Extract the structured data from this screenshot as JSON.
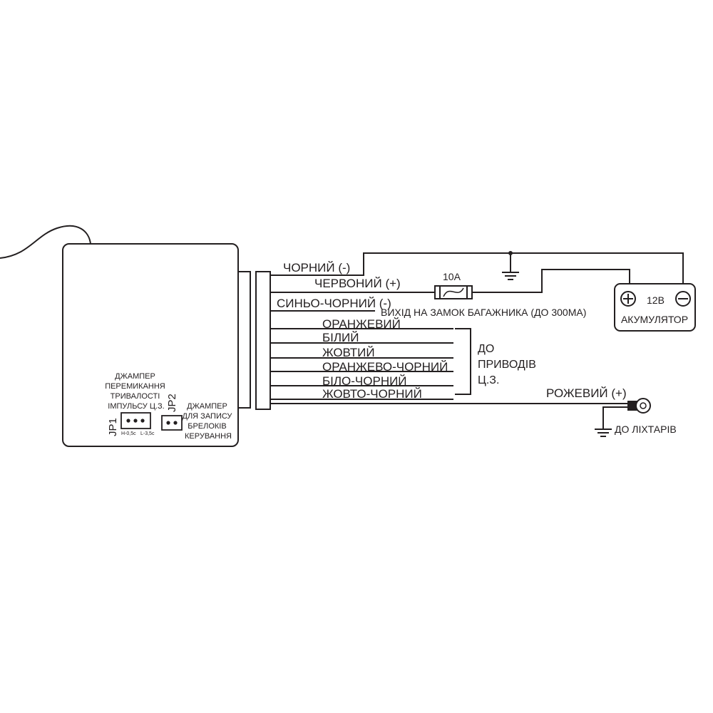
{
  "wires": {
    "black": "ЧОРНИЙ (-)",
    "red": "ЧЕРВОНИЙ (+)",
    "blue_black": "СИНЬО-ЧОРНИЙ (-)",
    "trunk_output": "ВИХІД НА ЗАМОК БАГАЖНИКА (ДО 300МА)",
    "orange": "ОРАНЖЕВИЙ",
    "white": "БІЛИЙ",
    "yellow": "ЖОВТИЙ",
    "orange_black": "ОРАНЖЕВО-ЧОРНИЙ",
    "white_black": "БІЛО-ЧОРНИЙ",
    "yellow_black": "ЖОВТО-ЧОРНИЙ",
    "pink": "РОЖЕВИЙ (+)"
  },
  "fuse": {
    "rating": "10А"
  },
  "battery": {
    "voltage": "12В",
    "label": "АКУМУЛЯТОР",
    "plus_symbol": "+",
    "minus_symbol": "−"
  },
  "actuators": {
    "line1": "ДО",
    "line2": "ПРИВОДІВ",
    "line3": "Ц.З."
  },
  "lights": {
    "label": "ДО ЛІХТАРІВ"
  },
  "jp1": {
    "label": "JP1",
    "desc_line1": "ДЖАМПЕР",
    "desc_line2": "ПЕРЕМИКАННЯ",
    "desc_line3": "ТРИВАЛОСТІ",
    "desc_line4": "ІМПУЛЬСУ Ц.З.",
    "option_h": "H-0,5с",
    "option_l": "L-3,5с"
  },
  "jp2": {
    "label": "JP2",
    "desc_line1": "ДЖАМПЕР",
    "desc_line2": "ДЛЯ ЗАПИСУ",
    "desc_line3": "БРЕЛОКІВ",
    "desc_line4": "КЕРУВАННЯ"
  }
}
